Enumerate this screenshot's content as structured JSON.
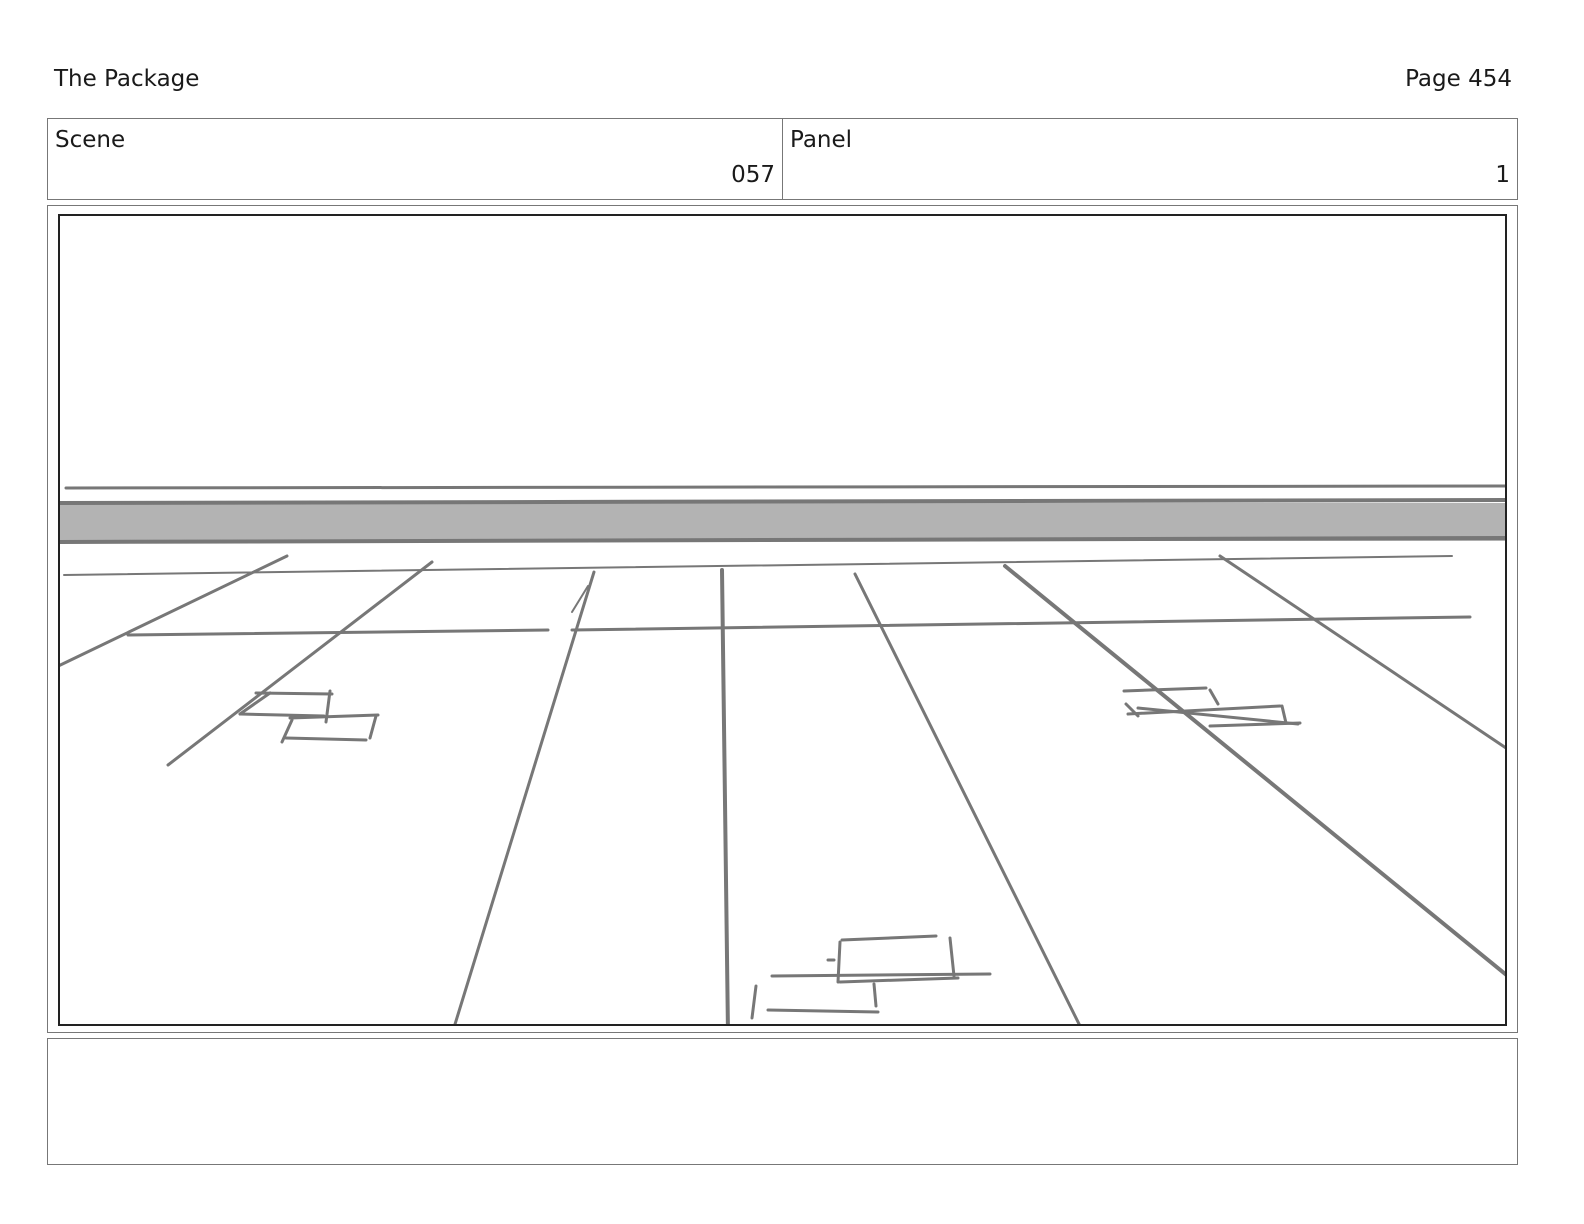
{
  "header": {
    "title": "The Package",
    "page": "Page 454"
  },
  "scene": {
    "label": "Scene",
    "value": "057"
  },
  "panel": {
    "label": "Panel",
    "value": "1"
  },
  "notes": {
    "text": ""
  }
}
